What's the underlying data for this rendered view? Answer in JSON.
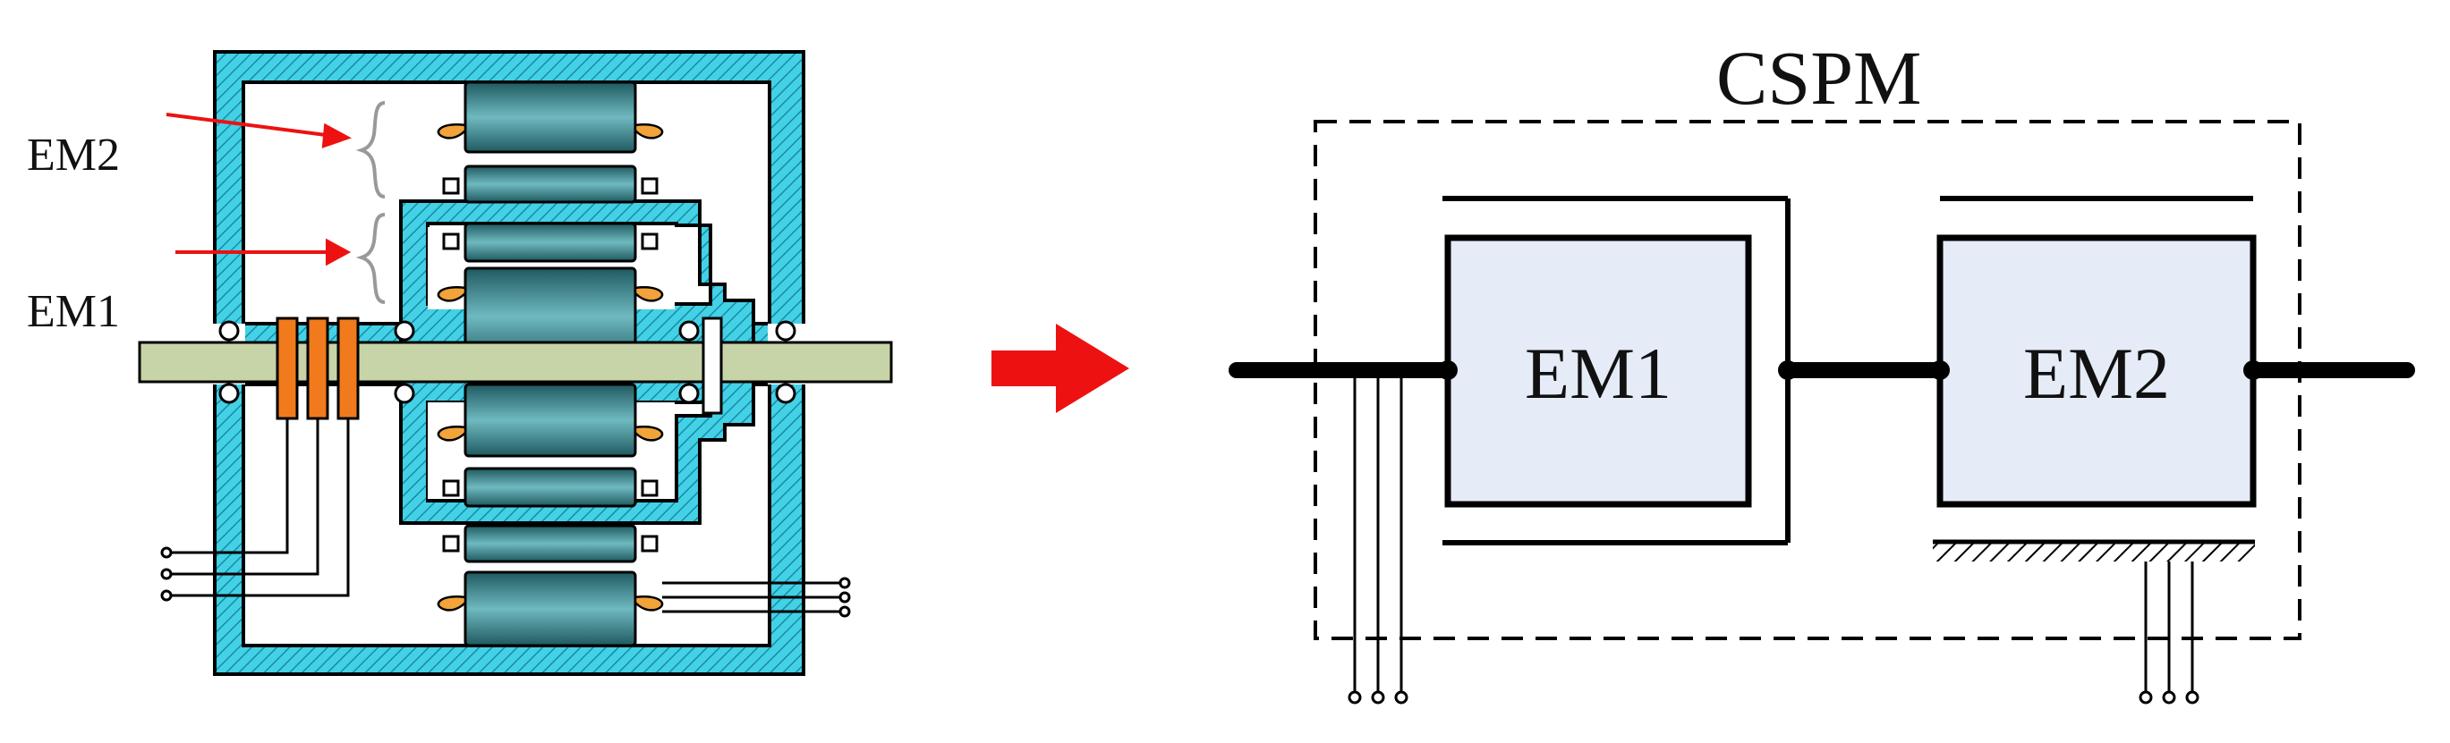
{
  "labels": {
    "em2_callout": "EM2",
    "em1_callout": "EM1",
    "cspm_title": "CSPM",
    "em1_box": "EM1",
    "em2_box": "EM2"
  },
  "colors": {
    "housing": "#43d1e6",
    "housing_hatch": "#1a8aa6",
    "coil": "#3d8e98",
    "coil_dark": "#1f5a60",
    "end_winding": "#f2a33a",
    "brush": "#f07a1c",
    "shaft": "#c7d4a8",
    "callout_arrow": "#ee1111",
    "flow_arrow": "#ee1111",
    "block_fill": "#e5ebf7",
    "line": "#000000"
  }
}
